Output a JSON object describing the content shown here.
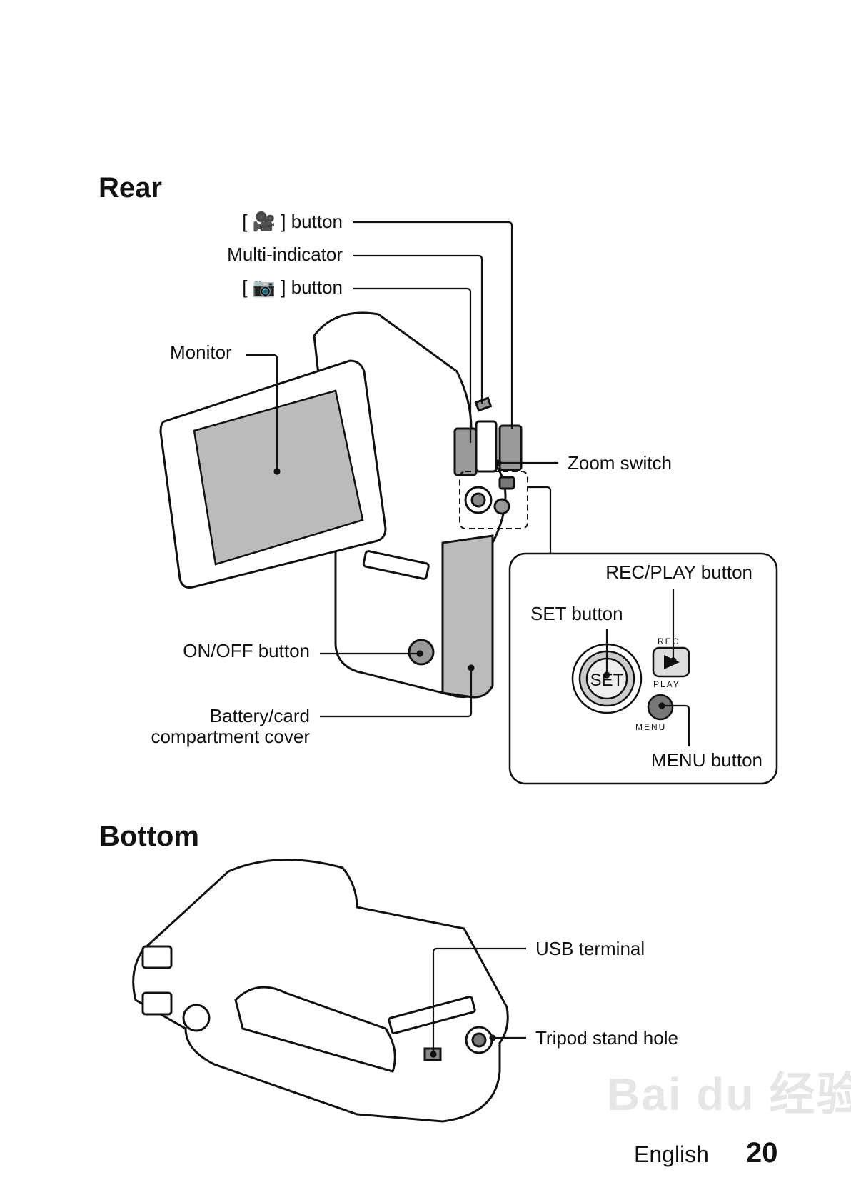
{
  "sections": {
    "rear": "Rear",
    "bottom": "Bottom"
  },
  "rear_labels": {
    "movie_button": "[ 🎥 ] button",
    "multi_indicator": "Multi-indicator",
    "photo_button": "[ 📷 ] button",
    "monitor": "Monitor",
    "zoom_switch": "Zoom switch",
    "on_off_button": "ON/OFF button",
    "battery_cover_line1": "Battery/card",
    "battery_cover_line2": "compartment cover"
  },
  "inset": {
    "rec_play_button": "REC/PLAY button",
    "set_button": "SET button",
    "menu_button": "MENU button",
    "set_glyph": "SET",
    "rec_glyph": "REC",
    "play_glyph": "PLAY",
    "menu_glyph": "MENU"
  },
  "bottom_labels": {
    "usb_terminal": "USB terminal",
    "tripod_hole": "Tripod stand hole"
  },
  "footer": {
    "language": "English",
    "page_number": "20"
  },
  "watermark": "Bai du 经验"
}
